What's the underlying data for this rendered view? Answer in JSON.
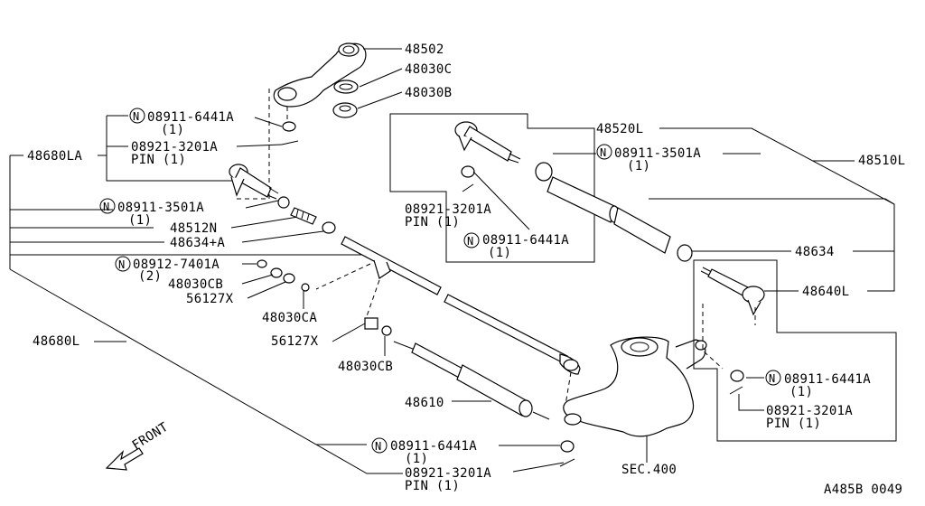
{
  "labels": {
    "p48502": "48502",
    "p48030C": "48030C",
    "p48030B": "48030B",
    "p08911_6441A_top": "08911-6441A",
    "p08911_6441A_top_qty": "(1)",
    "p08921_3201A_top": "08921-3201A",
    "p08921_3201A_top_pin": "PIN (1)",
    "p48680LA": "48680LA",
    "p08911_3501A_left": "08911-3501A",
    "p08911_3501A_left_qty": "(1)",
    "p48512N": "48512N",
    "p48634A": "48634+A",
    "p08912_7401A": "08912-7401A",
    "p08912_7401A_qty": "(2)",
    "p48030CB_1": "48030CB",
    "p56127X_1": "56127X",
    "p48030CA": "48030CA",
    "p56127X_2": "56127X",
    "p48030CB_2": "48030CB",
    "p48680L": "48680L",
    "p48610": "48610",
    "p08911_6441A_bot": "08911-6441A",
    "p08911_6441A_bot_qty": "(1)",
    "p08921_3201A_bot": "08921-3201A",
    "p08921_3201A_bot_pin": "PIN (1)",
    "p48520L": "48520L",
    "p08911_3501A_right": "08911-3501A",
    "p08911_3501A_right_qty": "(1)",
    "p48510L": "48510L",
    "p08921_3201A_box": "08921-3201A",
    "p08921_3201A_box_pin": "PIN (1)",
    "p08911_6441A_box": "08911-6441A",
    "p08911_6441A_box_qty": "(1)",
    "p48634": "48634",
    "p48640L": "48640L",
    "p08911_6441A_right": "08911-6441A",
    "p08911_6441A_right_qty": "(1)",
    "p08921_3201A_right": "08921-3201A",
    "p08921_3201A_right_pin": "PIN (1)",
    "sec400": "SEC.400",
    "front": "FRONT",
    "diagram_code": "A485B 0049",
    "nut_marker": "N"
  }
}
